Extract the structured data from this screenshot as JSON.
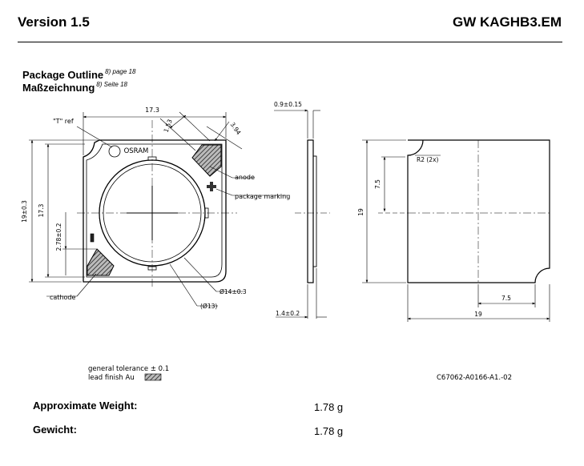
{
  "header": {
    "version": "Version 1.5",
    "part_number": "GW KAGHB3.EM"
  },
  "section": {
    "title_en": "Package Outline",
    "title_de": "Maßzeichnung",
    "ref_en": "8) page 18",
    "ref_de": "8) Seite 18"
  },
  "drawing": {
    "front": {
      "dim_top": "17.3",
      "dim_left_outer": "19±0.3",
      "dim_left_inner": "17.3",
      "dim_diag": "1.53",
      "dim_chamfer": "3.94",
      "dim_cathode_pad": "2.78±0.2",
      "t_ref": "\"T\" ref",
      "brand": "OSRAM",
      "label_anode": "anode",
      "label_marking": "package marking",
      "label_cathode": "cathode",
      "dim_diam1": "Ø14±0.3",
      "dim_diam2": "(Ø13)"
    },
    "side": {
      "dim_top": "0.9±0.15",
      "dim_bottom": "1.4±0.2"
    },
    "back": {
      "label_radius": "R2 (2x)",
      "dim_left": "19",
      "dim_inner_v": "7.5",
      "dim_inner_h": "7.5",
      "dim_bottom": "19"
    },
    "tolerance": "general tolerance ± 0.1",
    "lead_finish": "lead finish Au",
    "drawing_number": "C67062-A0166-A1.-02"
  },
  "weight": {
    "label_en": "Approximate Weight:",
    "label_de": "Gewicht:",
    "value_en": "1.78 g",
    "value_de": "1.78 g"
  }
}
